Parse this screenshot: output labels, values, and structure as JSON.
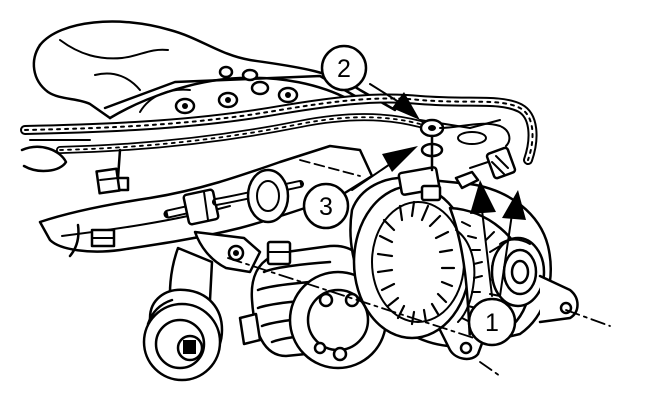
{
  "callouts": [
    {
      "id": "callout-1",
      "label": "1"
    },
    {
      "id": "callout-2",
      "label": "2"
    },
    {
      "id": "callout-3",
      "label": "3"
    }
  ],
  "colors": {
    "ink": "#000000",
    "paper": "#ffffff"
  }
}
